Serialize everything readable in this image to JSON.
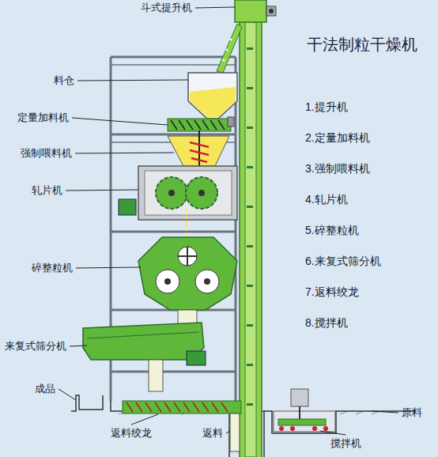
{
  "diagram": {
    "title": "干法制粒干燥机",
    "labels": [
      "斗式提升机",
      "料仓",
      "定量加料机",
      "强制喂料机",
      "轧片机",
      "碎整粒机",
      "来复式筛分机",
      "成品",
      "返料绞龙",
      "返料",
      "原料",
      "搅拌机",
      "1.提升机",
      "2.定量加料机",
      "3.强制喂料机",
      "4.轧片机",
      "5.碎整粒机",
      "6.来复式筛分机",
      "7.返料绞龙",
      "8.搅拌机"
    ]
  }
}
